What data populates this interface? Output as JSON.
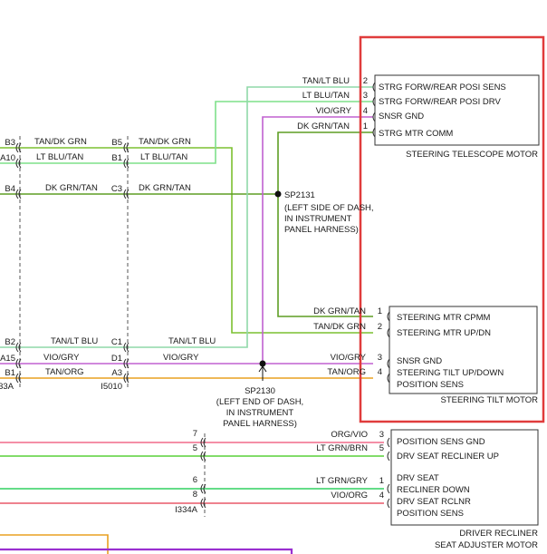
{
  "colors": {
    "tan_dk_grn": "#7cc030",
    "lt_blu_tan": "#7ee08a",
    "dk_grn_tan": "#5e9e24",
    "vio_gry": "#c060d0",
    "tan_org": "#e8a020",
    "tan_lt_blu": "#8fd8a8",
    "org_vio": "#f06a8a",
    "lt_grn_brn": "#58d038",
    "lt_grn_gry": "#30d060",
    "vio_org": "#e85868",
    "purple_bus": "#9a2fd0",
    "highlight_box": "#e03c3c"
  },
  "connectors": {
    "left": {
      "pins": [
        "B3",
        "A10",
        "B4",
        "B2",
        "A15",
        "B1"
      ],
      "id": "33A"
    },
    "mid": {
      "pins": [
        "B5",
        "B1",
        "C3",
        "C1",
        "D1",
        "A3"
      ],
      "id": "I5010"
    },
    "recliner": {
      "pins": [
        "7",
        "5",
        "6",
        "8"
      ],
      "id": "I334A"
    }
  },
  "wires": {
    "tan_dk_grn": "TAN/DK GRN",
    "lt_blu_tan": "LT BLU/TAN",
    "dk_grn_tan": "DK GRN/TAN",
    "tan_lt_blu": "TAN/LT BLU",
    "vio_gry": "VIO/GRY",
    "tan_org": "TAN/ORG",
    "dk_grn_tan_2": "DK GRN/TAN",
    "org_vio": "ORG/VIO",
    "lt_grn_brn": "LT GRN/BRN",
    "lt_grn_gry": "LT GRN/GRY",
    "vio_org": "VIO/ORG"
  },
  "splices": {
    "sp2131": {
      "name": "SP2131",
      "line1": "(LEFT SIDE OF DASH,",
      "line2": "IN INSTRUMENT",
      "line3": "PANEL HARNESS)"
    },
    "sp2130": {
      "name": "SP2130",
      "line1": "(LEFT END OF DASH,",
      "line2": "IN INSTRUMENT",
      "line3": "PANEL HARNESS)"
    }
  },
  "telescope_motor": {
    "title": "STEERING TELESCOPE MOTOR",
    "pins": [
      {
        "num": "2",
        "wire": "TAN/LT BLU",
        "label": "STRG FORW/REAR POSI SENS"
      },
      {
        "num": "3",
        "wire": "LT BLU/TAN",
        "label": "STRG FORW/REAR POSI DRV"
      },
      {
        "num": "4",
        "wire": "VIO/GRY",
        "label": "SNSR GND"
      },
      {
        "num": "1",
        "wire": "DK GRN/TAN",
        "label": "STRG MTR COMM"
      }
    ]
  },
  "tilt_motor": {
    "title": "STEERING TILT MOTOR",
    "pins": [
      {
        "num": "1",
        "wire": "DK GRN/TAN",
        "label": "STEERING MTR CPMM"
      },
      {
        "num": "2",
        "wire": "TAN/DK GRN",
        "label": "STEERING MTR UP/DN"
      },
      {
        "num": "3",
        "wire": "VIO/GRY",
        "label": "SNSR GND"
      },
      {
        "num": "4",
        "wire": "TAN/ORG",
        "label": "STEERING TILT UP/DOWN"
      }
    ],
    "extra_label": "POSITION SENS"
  },
  "recliner_motor": {
    "title_line1": "DRIVER RECLINER",
    "title_line2": "SEAT ADJUSTER MOTOR",
    "pins": [
      {
        "num": "3",
        "wire": "ORG/VIO",
        "label": "POSITION SENS GND"
      },
      {
        "num": "5",
        "wire": "LT GRN/BRN",
        "label": "DRV SEAT RECLINER UP"
      },
      {
        "num": "1",
        "wire": "LT GRN/GRY",
        "label": "DRV SEAT"
      },
      {
        "num": "4",
        "wire": "VIO/ORG",
        "label": "DRV SEAT RCLNR"
      }
    ],
    "label_cont_1": "RECLINER DOWN",
    "label_cont_4": "POSITION SENS"
  }
}
